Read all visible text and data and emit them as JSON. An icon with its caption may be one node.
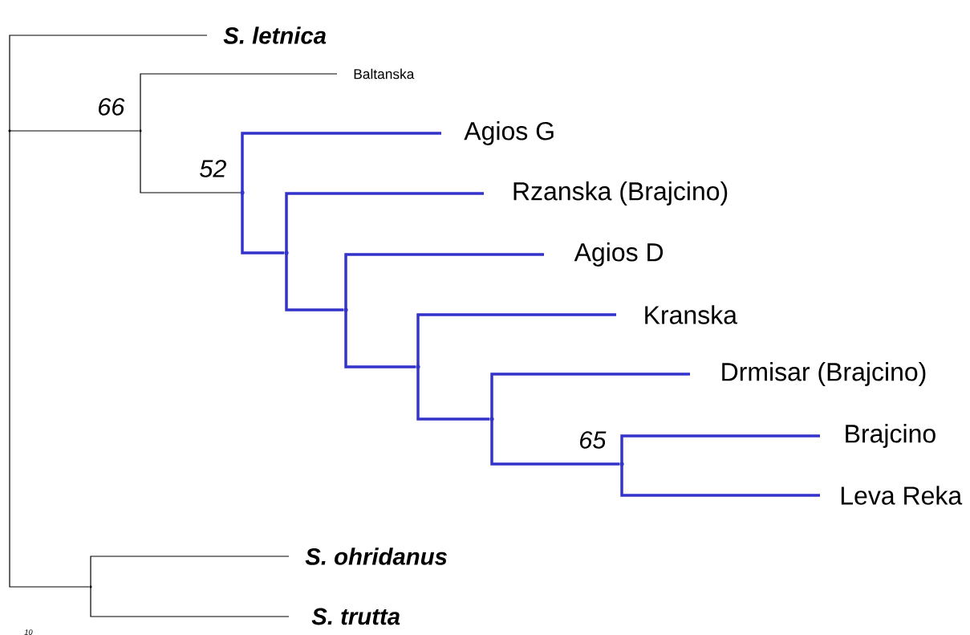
{
  "diagram": {
    "nodes": [
      {
        "text": [],
        "shape": "point"
      },
      {
        "text": [
          "S. letnica"
        ]
      },
      {
        "text": [],
        "shape": "point",
        "beside": [
          "66"
        ]
      },
      {
        "text": [
          "Baltanska"
        ]
      },
      {
        "text": [],
        "shape": "point",
        "beside": [
          "52"
        ]
      },
      {
        "text": [
          "Agios G"
        ]
      },
      {
        "text": [],
        "shape": "point"
      },
      {
        "text": [
          "Rzanska (Brajcino)"
        ]
      },
      {
        "text": [],
        "shape": "point"
      },
      {
        "text": [
          "Agios D"
        ]
      },
      {
        "text": [],
        "shape": "point"
      },
      {
        "text": [
          "Kranska"
        ]
      },
      {
        "text": [],
        "shape": "point"
      },
      {
        "text": [
          "Drmisar (Brajcino)"
        ]
      },
      {
        "text": [],
        "shape": "point",
        "beside": [
          "65"
        ]
      },
      {
        "text": [
          "Brajcino"
        ]
      },
      {
        "text": [
          "Leva Reka"
        ]
      },
      {
        "text": [],
        "shape": "point"
      },
      {
        "text": [
          "S. ohridanus"
        ]
      },
      {
        "text": [
          "S. trutta"
        ]
      }
    ],
    "edges": [
      {
        "from": 0,
        "to": 1,
        "arrow": "none",
        "color": "#000000"
      },
      {
        "from": 0,
        "to": 2,
        "arrow": "none",
        "color": "#000000"
      },
      {
        "from": 0,
        "to": 17,
        "arrow": "none",
        "color": "#000000"
      },
      {
        "from": 2,
        "to": 3,
        "arrow": "none",
        "color": "#000000"
      },
      {
        "from": 2,
        "to": 4,
        "arrow": "none",
        "color": "#000000"
      },
      {
        "from": 4,
        "to": 5,
        "arrow": "none"
      },
      {
        "from": 4,
        "to": 6,
        "arrow": "none"
      },
      {
        "from": 6,
        "to": 7,
        "arrow": "none"
      },
      {
        "from": 6,
        "to": 8,
        "arrow": "none"
      },
      {
        "from": 8,
        "to": 9,
        "arrow": "none"
      },
      {
        "from": 8,
        "to": 10,
        "arrow": "none"
      },
      {
        "from": 10,
        "to": 11,
        "arrow": "none"
      },
      {
        "from": 10,
        "to": 12,
        "arrow": "none"
      },
      {
        "from": 12,
        "to": 13,
        "arrow": "none"
      },
      {
        "from": 12,
        "to": 14,
        "arrow": "none"
      },
      {
        "from": 14,
        "to": 15,
        "arrow": "none"
      },
      {
        "from": 14,
        "to": 16,
        "arrow": "none"
      },
      {
        "from": 17,
        "to": 18,
        "arrow": "none",
        "color": "#000000"
      },
      {
        "from": 17,
        "to": 19,
        "arrow": "none",
        "color": "#000000"
      }
    ],
    "labels": [
      "10"
    ]
  }
}
